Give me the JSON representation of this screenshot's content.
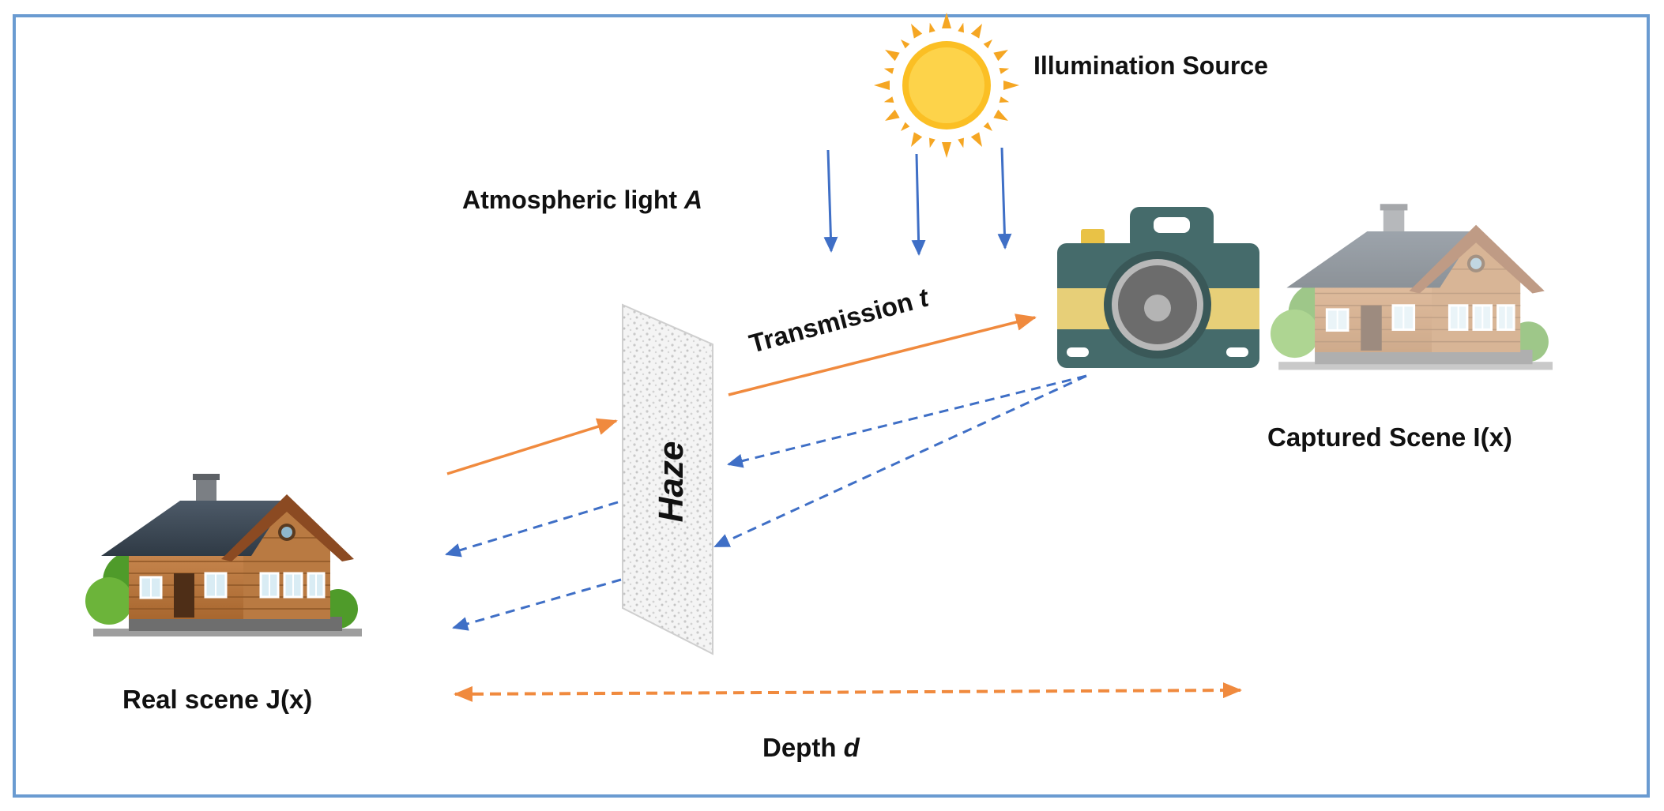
{
  "labels": {
    "illumination": "Illumination Source",
    "atmospheric_text": "Atmospheric light ",
    "atmospheric_var": "A",
    "transmission_text": "Transmission ",
    "transmission_var": "t",
    "haze": "Haze",
    "captured": "Captured Scene I(x)",
    "real": "Real scene J(x)",
    "depth_text": "Depth ",
    "depth_var": "d"
  },
  "colors": {
    "frame": "#6a9bd1",
    "orange": "#f08a3e",
    "blue": "#3f6fc6",
    "sun": "#f7b52b",
    "camera_body": "#456b6b",
    "camera_band": "#e7cf78",
    "camera_lens": "#6c6c6c"
  },
  "icons": {
    "sun": "sun-icon",
    "camera": "camera-icon",
    "house": "house-icon",
    "haze": "haze-panel"
  }
}
